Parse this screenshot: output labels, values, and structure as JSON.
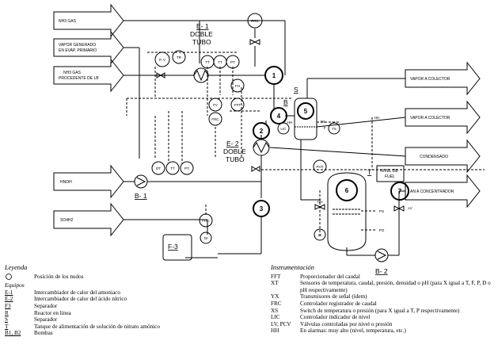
{
  "inputs": {
    "nh3_gas": "NH3 GAS",
    "vapor_generado_1": "VAPOR GENERADO",
    "vapor_generado_2": "EN EVAP. PRIMARIO",
    "nh3_proc_1": "NH3 GAS",
    "nh3_proc_2": "PROCEDENTE DE LB",
    "hnoh": "HNOH",
    "so4h2": "SO4H2"
  },
  "outputs": {
    "vapor_colector_1": "VAPOR A COLECTOR",
    "vapor_colector_2": "VAPOR A COLECTOR",
    "condensado": "CONDENSADO",
    "an_concentrador": "AN A CONCENTRADOR"
  },
  "equipment": {
    "e1_code": "E- 1",
    "e1_line1": "DOBLE",
    "e1_line2": "TUBO",
    "e2_code": "E- 2",
    "e2_line1": "DOBLE",
    "e2_line2": "TUBO",
    "s_code": "S",
    "b_code": "B",
    "b1_code": "B- 1",
    "b2_code": "B- 2",
    "f3_code": "F-3",
    "t_code": "T",
    "nivel_fuel_1": "NIVEL DE",
    "nivel_fuel_2": "FUEL"
  },
  "nodes": [
    "1",
    "2",
    "3",
    "4",
    "5",
    "6",
    "7"
  ],
  "instruments": {
    "pv": "P. V",
    "tr": "TR",
    "tt1": "TT",
    "tt2": "TT",
    "pt1": "PT",
    "frc1": "FRC",
    "fh": "FH",
    "fv": "FV",
    "fft": "FFT",
    "frc2": "FRC",
    "lic1": "LIC",
    "ts": "TS",
    "ps": "PS",
    "hh1": "HH",
    "f": "F",
    "hh2": "HH",
    "dt": "DT",
    "tt3": "TT",
    "pt2": "PT",
    "pht": "PHT",
    "hh3": "HH",
    "ps2": "PS",
    "po": "PO",
    "li": "LI",
    "lv": "LV",
    "frc3": "FRC",
    "m": "M"
  },
  "legend": {
    "title": "Leyenda",
    "node_desc": "Posición de los nudos",
    "equipos_title": "Equipos",
    "items": [
      {
        "code": "E-1",
        "desc": "Intercambiador de calor del amoniaco"
      },
      {
        "code": "E-2",
        "desc": "Intercambiador de calor del ácido nítrico"
      },
      {
        "code": "F3",
        "desc": "Separador"
      },
      {
        "code": "R",
        "desc": "Reactor en línea"
      },
      {
        "code": "S",
        "desc": "Separador"
      },
      {
        "code": "T",
        "desc": "Tanque de alimentación de solución de nitrato amónico"
      },
      {
        "code": "B1, B2",
        "desc": "Bombas"
      }
    ]
  },
  "instrumentacion": {
    "title": "Instrumentación",
    "items": [
      {
        "code": "FFT",
        "desc": "Proporcionador del caudal"
      },
      {
        "code": "XT",
        "desc": "Sensores de temperatura, caudal, presión, densidad o pH (para X igual a T, F, P, D o pH respectivamente)"
      },
      {
        "code": "YX",
        "desc": "Transmisores de señal (ídem)"
      },
      {
        "code": "FRC",
        "desc": "Controlador registrador de caudal"
      },
      {
        "code": "XS",
        "desc": "Switch de temperatura o presión (para X igual a T, P respectivamente)"
      },
      {
        "code": "LIC",
        "desc": "Controlador indicador de nivel"
      },
      {
        "code": "LV, PCV",
        "desc": "Válvulas controladas por nivel o presión"
      },
      {
        "code": "HH",
        "desc": "En alarmas: muy alto (nivel, temperatura, etc.)"
      }
    ]
  }
}
